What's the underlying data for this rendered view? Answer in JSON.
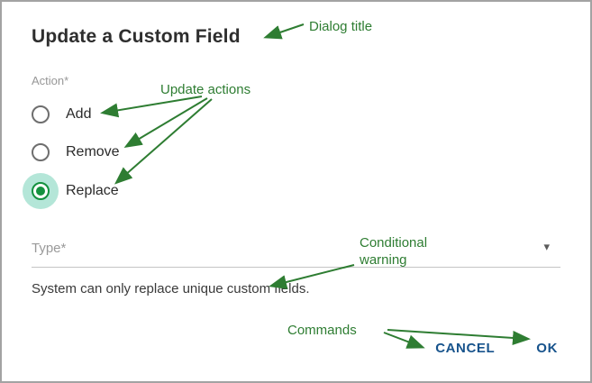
{
  "dialog": {
    "title": "Update a Custom Field",
    "action_label": "Action*",
    "radios": [
      {
        "label": "Add",
        "selected": false
      },
      {
        "label": "Remove",
        "selected": false
      },
      {
        "label": "Replace",
        "selected": true
      }
    ],
    "type_field": {
      "label": "Type*",
      "caret": "▾"
    },
    "warning": "System can only replace unique custom fields.",
    "buttons": {
      "cancel": "CANCEL",
      "ok": "OK"
    }
  },
  "annotations": {
    "dialog_title": "Dialog title",
    "update_actions": "Update actions",
    "conditional_warning": "Conditional warning",
    "commands": "Commands"
  },
  "colors": {
    "annotation_green": "#2e7d32",
    "radio_selected_green": "#14913f",
    "radio_halo_teal": "#b4e6d8",
    "button_blue": "#17538c",
    "border_gray": "#a3a3a3"
  }
}
